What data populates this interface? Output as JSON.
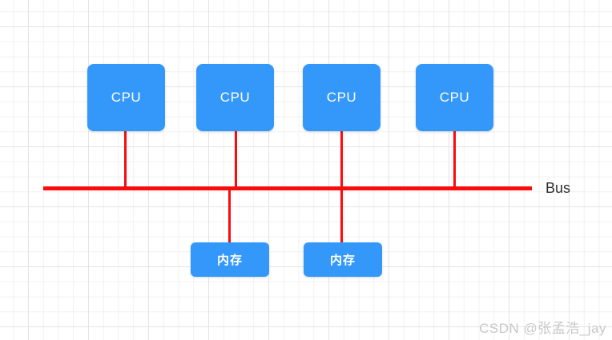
{
  "palette": {
    "node_fill": "#3498fa",
    "node_text": "#ffffff",
    "wire_red": "#f90c0c",
    "bus_label_color": "#2e2e2e",
    "grid_minor": "#f1f1f1",
    "grid_major": "#e4e4e4",
    "canvas_bg": "#ffffff",
    "watermark_color": "#c7c7c7"
  },
  "nodes": {
    "cpus": [
      {
        "label": "CPU"
      },
      {
        "label": "CPU"
      },
      {
        "label": "CPU"
      },
      {
        "label": "CPU"
      }
    ],
    "memories": [
      {
        "label": "内存"
      },
      {
        "label": "内存"
      }
    ]
  },
  "bus": {
    "label": "Bus"
  },
  "meta": {
    "watermark": "CSDN @张孟浩_jay"
  }
}
